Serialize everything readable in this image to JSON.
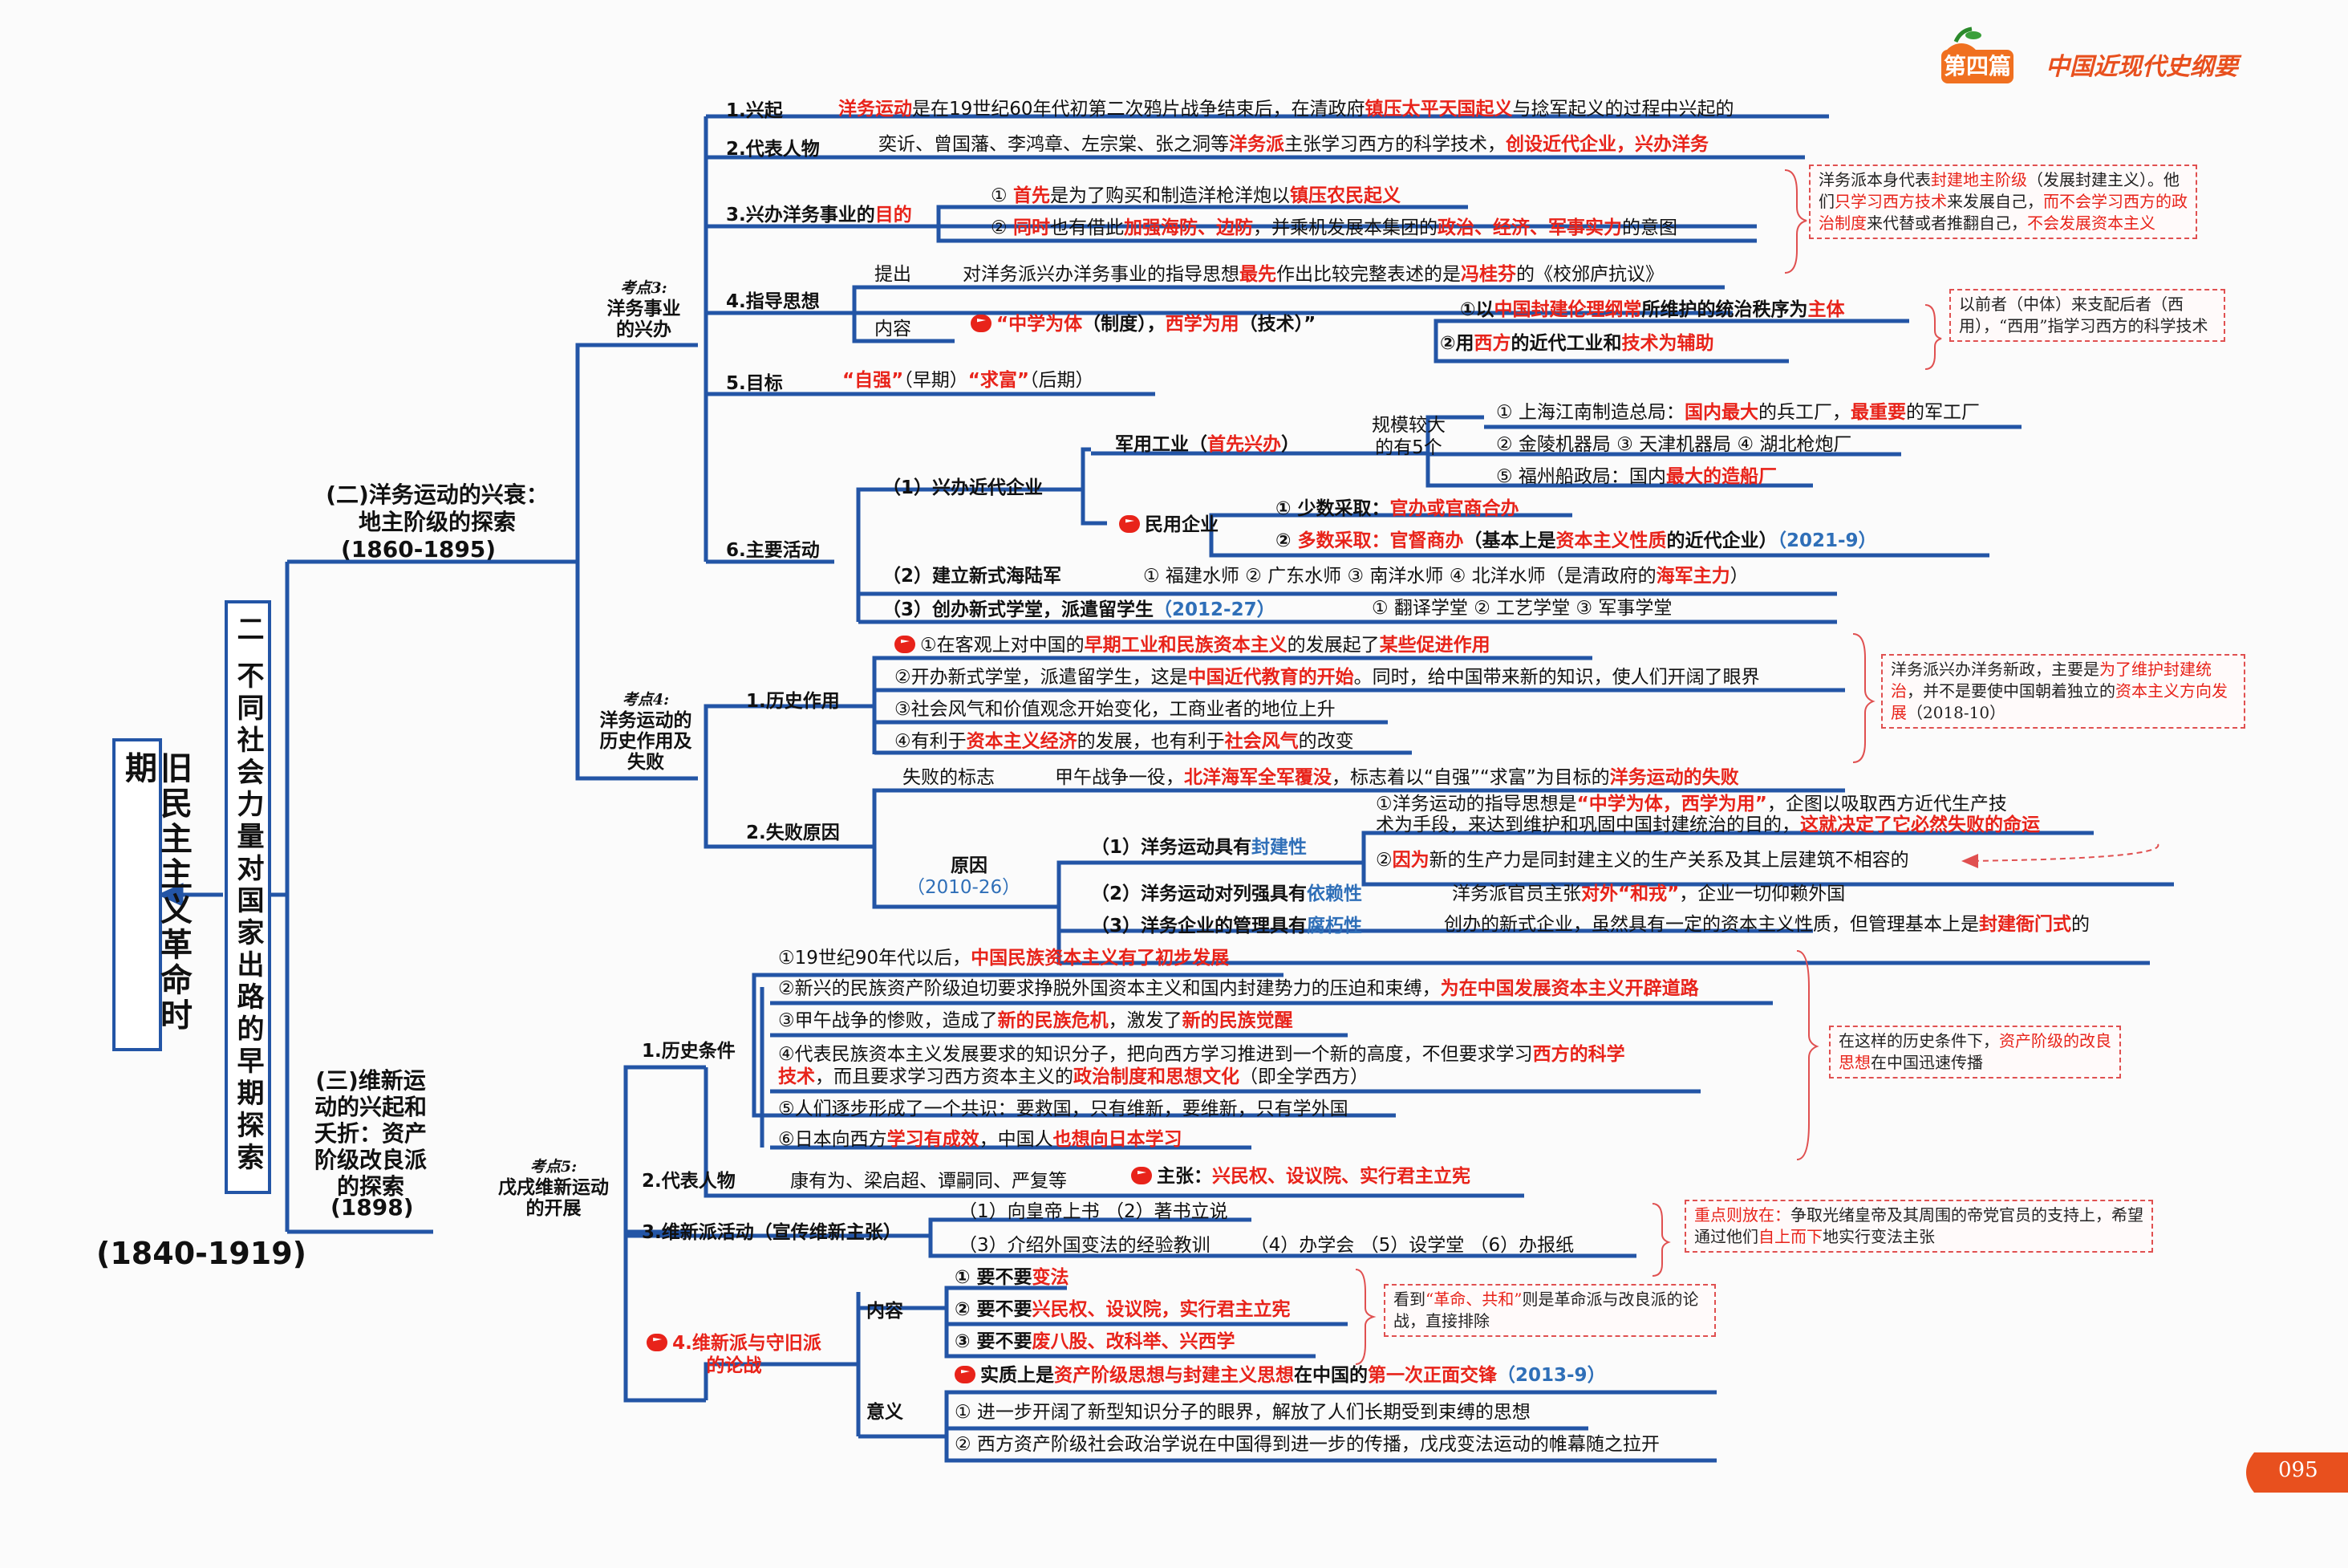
{
  "header": {
    "badge": "第四篇",
    "subtitle": "中国近现代史纲要"
  },
  "page_number": "095",
  "root": {
    "title": "旧民主主义革命时期",
    "years": "(1840-1919)"
  },
  "chapter": {
    "title": "二 不同社会力量对国家出路的早期探索"
  },
  "sec2": {
    "title": "(二)洋务运动的兴衰：地主阶级的探索",
    "years": "(1860-1895)"
  },
  "sec3": {
    "title": "(三)维新运动的兴起和夭折：资产阶级改良派的探索",
    "years": "(1898)"
  },
  "kp3": {
    "tag": "考点3:",
    "title": "洋务事业的兴办"
  },
  "kp4": {
    "tag": "考点4:",
    "title": "洋务运动的历史作用及失败"
  },
  "kp5": {
    "tag": "考点5:",
    "title": "戊戌维新运动的开展"
  },
  "yw": {
    "n1_label": "1.兴起",
    "n1_a": "洋务运动",
    "n1_b": "是在19世纪60年代初第二次鸦片战争结束后，在清政府",
    "n1_c": "镇压太平天国起义",
    "n1_d": "与捻军起义的过程中兴起的",
    "n2_label": "2.代表人物",
    "n2_a": "奕䜣、曾国藩、李鸿章、左宗棠、张之洞等",
    "n2_b": "洋务派",
    "n2_c": "主张学习西方的科学技术，",
    "n2_d": "创设近代企业，兴办洋务",
    "n3_label": "3.兴办洋务事业的",
    "n3_label_red": "目的",
    "n3_1a": "① ",
    "n3_1b": "首先",
    "n3_1c": "是为了购买和制造洋枪洋炮以",
    "n3_1d": "镇压农民起义",
    "n3_2a": "② ",
    "n3_2b": "同时",
    "n3_2c": "也有借此",
    "n3_2d": "加强海防、边防",
    "n3_2e": "，并乘机发展本集团的",
    "n3_2f": "政治、经济、军事实力",
    "n3_2g": "的意图",
    "n4_label": "4.指导思想",
    "n4_p_label": "提出",
    "n4_p_a": "对洋务派兴办洋务事业的指导思想",
    "n4_p_b": "最先",
    "n4_p_c": "作出比较完整表述的是",
    "n4_p_d": "冯桂芬",
    "n4_p_e": "的《校邠庐抗议》",
    "n4_c_label": "内容",
    "n4_c_a": "“中学为体",
    "n4_c_b": "（制度），",
    "n4_c_c": "西学为用",
    "n4_c_d": "（技术）”",
    "n4_c1a": "①以",
    "n4_c1b": "中国封建伦理纲常",
    "n4_c1c": "所维护的统治秩序为",
    "n4_c1d": "主体",
    "n4_c2a": "②用",
    "n4_c2b": "西方",
    "n4_c2c": "的近代工业和",
    "n4_c2d": "技术为辅助",
    "n5_label": "5.目标",
    "n5_a": "“自强”",
    "n5_b": "（早期）",
    "n5_c": "“求富”",
    "n5_d": "（后期）",
    "n6_label": "6.主要活动",
    "a1": "（1）兴办近代企业",
    "mil_a": "军用工业（",
    "mil_b": "首先兴办",
    "mil_c": "）",
    "mil_note1": "规模较大",
    "mil_note2": "的有5个",
    "m1a": "① 上海江南制造总局：",
    "m1b": "国内最大",
    "m1c": "的兵工厂，",
    "m1d": "最重要",
    "m1e": "的军工厂",
    "m2": "② 金陵机器局  ③ 天津机器局  ④ 湖北枪炮厂",
    "m3a": "⑤ 福州船政局：国内",
    "m3b": "最大的造船厂",
    "civ": "民用企业",
    "c1a": "① 少数采取：",
    "c1b": "官办或官商合办",
    "c2a": "② ",
    "c2b": "多数采取：官督商办",
    "c2c": "（基本上是",
    "c2d": "资本主义性质",
    "c2e": "的近代企业）",
    "c2f": "（2021-9）",
    "a2a": "（2）建立新式海陆军",
    "a2b": "① 福建水师  ② 广东水师  ③ 南洋水师  ④ 北洋水师（是清政府的",
    "a2c": "海军主力",
    "a2d": "）",
    "a3a": "（3）创办新式学堂，派遣留学生",
    "a3b": "（2012-27）",
    "a3c": "① 翻译学堂 ② 工艺学堂 ③ 军事学堂",
    "note1a": "洋务派本身代表",
    "note1b": "封建地主阶级",
    "note1c": "（发展封建主义）。他们",
    "note1d": "只学习西方技术",
    "note1e": "来发展自己，",
    "note1f": "而不会学习西方的政治制度",
    "note1g": "来代替或者推翻自己，",
    "note1h": "不会发展资本主义",
    "note2": "以前者（中体）来支配后者（西用），“西用”指学习西方的科学技术"
  },
  "hist": {
    "h_label": "1.历史作用",
    "h1a": "①在客观上对中国的",
    "h1b": "早期工业和民族资本主义",
    "h1c": "的发展起了",
    "h1d": "某些促进作用",
    "h2a": "②开办新式学堂，派遣留学生，这是",
    "h2b": "中国近代教育的开始",
    "h2c": "。同时，给中国带来新的知识，使人们开阔了眼界",
    "h3": "③社会风气和价值观念开始变化，工商业者的地位上升",
    "h4a": "④有利于",
    "h4b": "资本主义经济",
    "h4c": "的发展，也有利于",
    "h4d": "社会风气",
    "h4e": "的改变",
    "note3a": "洋务派兴办洋务新政，主要是",
    "note3b": "为了维护封建统治",
    "note3c": "，并不是要使中国朝着独立的",
    "note3d": "资本主义方向发展",
    "note3e": "（2018-10）",
    "f_label": "2.失败原因",
    "fs_label": "失败的标志",
    "fs_a": "甲午战争一役，",
    "fs_b": "北洋海军全军覆没",
    "fs_c": "，标志着以“自强”“求富”为目标的",
    "fs_d": "洋务运动的失败",
    "cause_label": "原因",
    "cause_year": "（2010-26）",
    "r1a": "（1）洋务运动具有",
    "r1b": "封建性",
    "r1_1a": "①洋务运动的指导思想是",
    "r1_1b": "“中学为体，西学为用”",
    "r1_1c": "，企图以吸取西方近代生产技",
    "r1_1d": "术为手段，来达到维护和巩固中国封建统治的目的，",
    "r1_1e": "这就决定了它必然失败的命运",
    "r1_2a": "②",
    "r1_2b": "因为",
    "r1_2c": "新的生产力是同封建主义的生产关系及其上层建筑不相容的",
    "r2a": "（2）洋务运动对列强具有",
    "r2b": "依赖性",
    "r2c": "洋务派官员主张",
    "r2d": "对外“和戎”",
    "r2e": "，企业一切仰赖外国",
    "r3a": "（3）洋务企业的管理具有",
    "r3b": "腐朽性",
    "r3c": "创办的新式企业，虽然具有一定的资本主义性质，但管理基本上是",
    "r3d": "封建衙门式",
    "r3e": "的"
  },
  "wx": {
    "c_label": "1.历史条件",
    "c1a": "①19世纪90年代以后，",
    "c1b": "中国民族资本主义有了初步发展",
    "c2a": "②新兴的民族资产阶级迫切要求挣脱外国资本主义和国内封建势力的压迫和束缚，",
    "c2b": "为在中国发展资本主义开辟道路",
    "c3a": "③甲午战争的惨败，造成了",
    "c3b": "新的民族危机",
    "c3c": "，激发了",
    "c3d": "新的民族觉醒",
    "c4a": "④代表民族资本主义发展要求的知识分子，把向西方学习推进到一个新的高度，不但要求学习",
    "c4b": "西方的科学",
    "c4c": "技术",
    "c4d": "，而且要求学习西方资本主义的",
    "c4e": "政治制度和思想文化",
    "c4f": "（即全学西方）",
    "c5": "⑤人们逐步形成了一个共识：要救国，只有维新，要维新，只有学外国",
    "c6a": "⑥日本向西方",
    "c6b": "学习有成效",
    "c6c": "，中国人",
    "c6d": "也想向日本学习",
    "note4a": "在这样的历史条件下，",
    "note4b": "资产阶级的改良思想",
    "note4c": "在中国迅速传播",
    "p_label": "2.代表人物",
    "p_a": "康有为、梁启超、谭嗣同、严复等",
    "p_b": "主张：",
    "p_c": "兴民权、设议院、实行君主立宪",
    "a_label": "3.维新派活动（宣传维新主张）",
    "a1": "（1）向皇帝上书  （2）著书立说",
    "a2a": "（3）介绍外国变法的经验教训",
    "a2b": "（4）办学会 （5）设学堂 （6）办报纸",
    "note5a": "重点则放在：",
    "note5b": "争取光绪皇帝及其周围的帝党官员的支持上，希望通过他们",
    "note5c": "自上而下",
    "note5d": "地实行变法主张",
    "d_label": "4.维新派与守旧派的论战",
    "d_c_label": "内容",
    "d1a": "① 要不要",
    "d1b": "变法",
    "d2a": "② 要不要",
    "d2b": "兴民权、设议院，实行君主立宪",
    "d3a": "③ 要不要",
    "d3b": "废八股、改科举、兴西学",
    "note6a": "看到",
    "note6b": "“革命、共和”",
    "note6c": "则是革命派与改良派的论战，直接排除",
    "d_s_label": "意义",
    "s0a": "实质上是",
    "s0b": "资产阶级思想与封建主义思想",
    "s0c": "在中国的",
    "s0d": "第一次正面交锋",
    "s0e": "（2013-9）",
    "s1": "① 进一步开阔了新型知识分子的眼界，解放了人们长期受到束缚的思想",
    "s2": "② 西方资产阶级社会政治学说在中国得到进一步的传播，戊戌变法运动的帷幕随之拉开"
  }
}
